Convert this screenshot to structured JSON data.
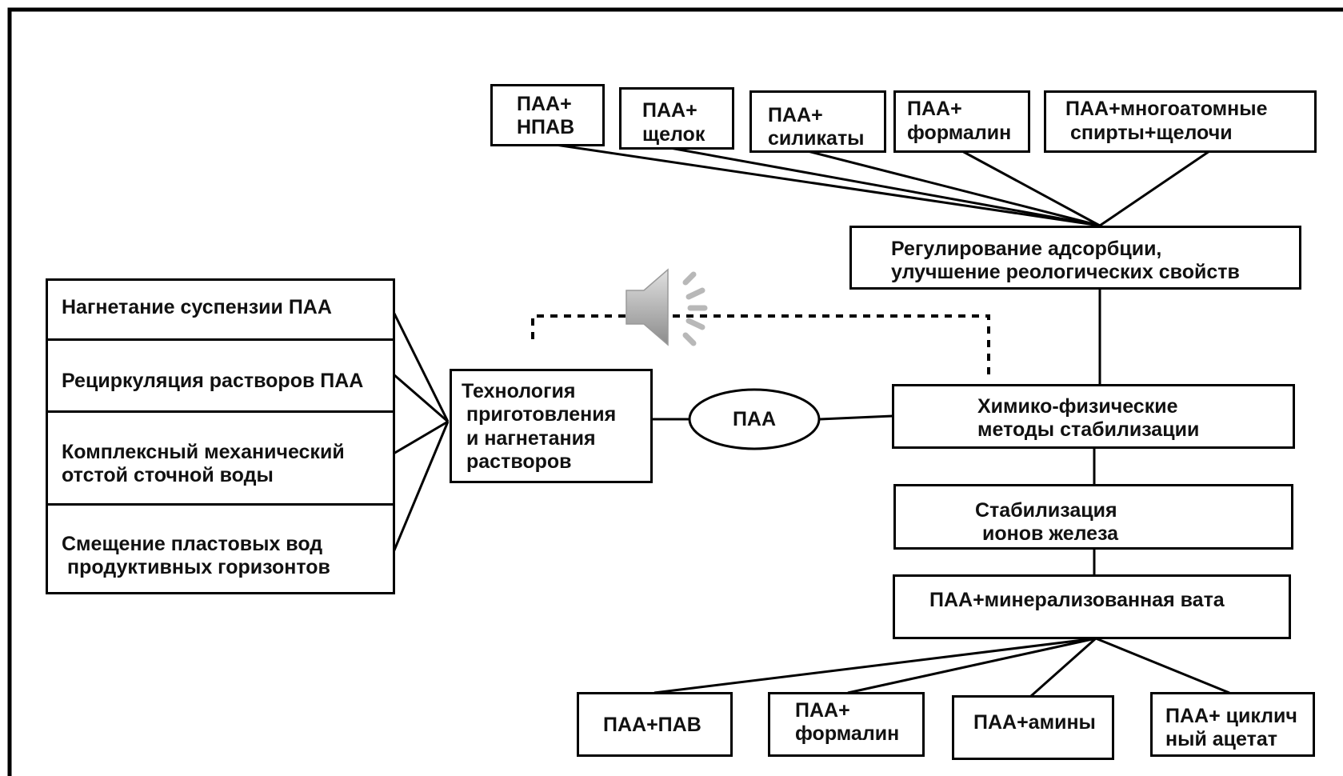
{
  "top_boxes": [
    {
      "line1": "ПАА+",
      "line2": "НПАВ"
    },
    {
      "line1": "ПАА+",
      "line2": "щелок"
    },
    {
      "line1": "ПАА+",
      "line2": "силикаты"
    },
    {
      "line1": "ПАА+",
      "line2": "формалин"
    },
    {
      "line1": "ПАА+многоатомные",
      "line2": "спирты+щелочи"
    }
  ],
  "regulation": {
    "line1": "Регулирование адсорбции,",
    "line2": "улучшение реологических свойств"
  },
  "left_stack": [
    {
      "line1": "Нагнетание суспензии ПАА",
      "line2": ""
    },
    {
      "line1": "Рециркуляция растворов ПАА",
      "line2": ""
    },
    {
      "line1": "Комплексный механический",
      "line2": "отстой сточной воды"
    },
    {
      "line1": "Смещение пластовых вод",
      "line2": "продуктивных горизонтов"
    }
  ],
  "technology": {
    "line1": "Технология",
    "line2": "приготовления",
    "line3": "и нагнетания",
    "line4": "растворов"
  },
  "center": {
    "label": "ПАА"
  },
  "chem": {
    "line1": "Химико-физические",
    "line2": "методы стабилизации"
  },
  "iron": {
    "line1": "Стабилизация",
    "line2": "ионов железа"
  },
  "mineral": {
    "label": "ПАА+минерализованная вата"
  },
  "bottom_boxes": [
    {
      "line1": "ПАА+ПАВ",
      "line2": ""
    },
    {
      "line1": "ПАА+",
      "line2": "формалин"
    },
    {
      "line1": "ПАА+амины",
      "line2": ""
    },
    {
      "line1": "ПАА+ циклич",
      "line2": "ный ацетат"
    }
  ],
  "icons": {
    "speaker": "speaker-audio-icon"
  }
}
